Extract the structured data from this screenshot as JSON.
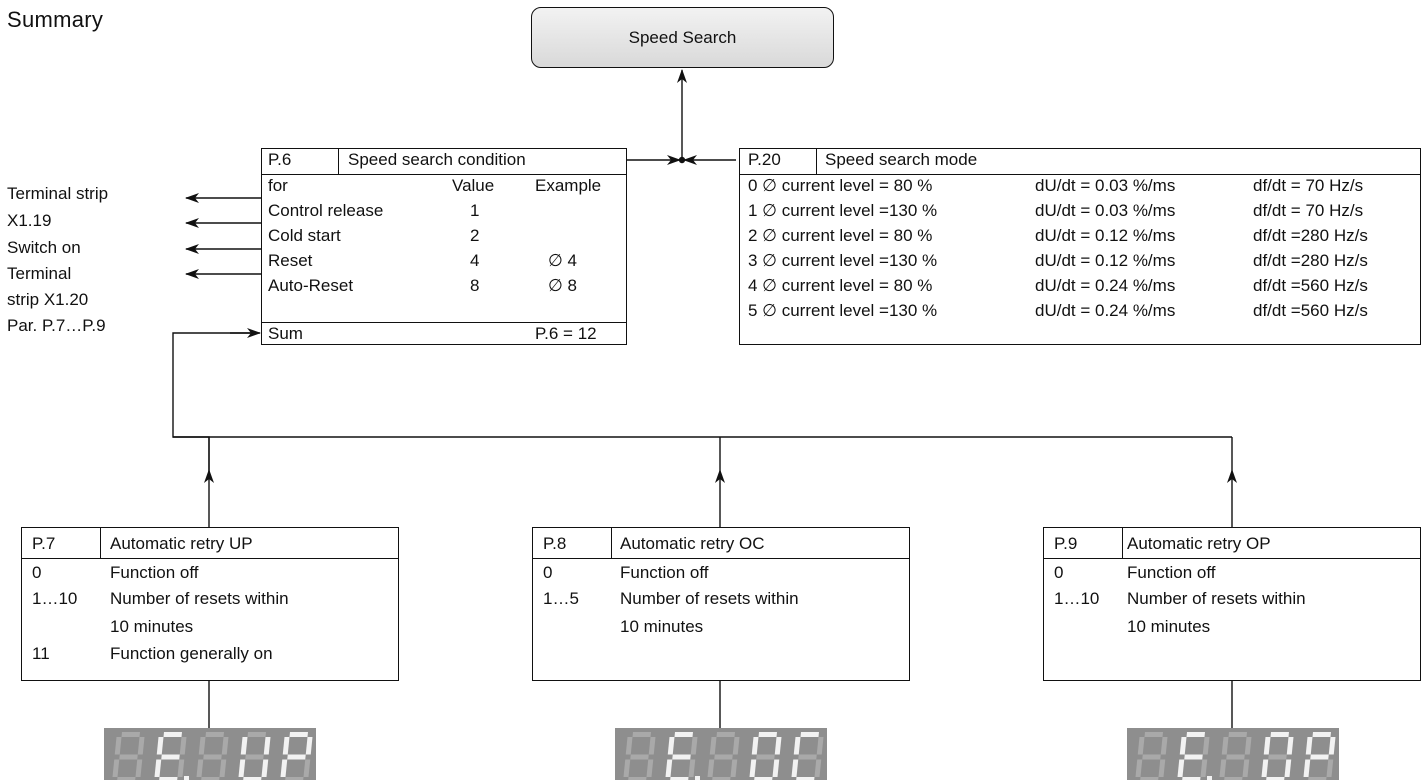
{
  "title": "Summary",
  "top_box": "Speed Search",
  "left_labels": [
    "Terminal strip",
    "X1.19",
    "Switch on",
    "Terminal",
    "strip X1.20",
    "Par. P.7…P.9"
  ],
  "p6": {
    "id": "P.6",
    "name": "Speed search condition",
    "header": {
      "for": "for",
      "value": "Value",
      "example": "Example"
    },
    "rows": [
      {
        "label": "Control release",
        "value": "1",
        "example": ""
      },
      {
        "label": "Cold start",
        "value": "2",
        "example": ""
      },
      {
        "label": "Reset",
        "value": "4",
        "example": "∅ 4"
      },
      {
        "label": "Auto-Reset",
        "value": "8",
        "example": "∅ 8"
      }
    ],
    "sum_label": "Sum",
    "sum_value": "P.6 = 12"
  },
  "p20": {
    "id": "P.20",
    "name": "Speed search mode",
    "rows": [
      {
        "mode": "0 ∅ current level = 80 %",
        "du": "dU/dt = 0.03 %/ms",
        "df": "df/dt =  70 Hz/s"
      },
      {
        "mode": "1 ∅ current level =130 %",
        "du": "dU/dt = 0.03 %/ms",
        "df": "df/dt =  70 Hz/s"
      },
      {
        "mode": "2 ∅ current level = 80 %",
        "du": "dU/dt = 0.12 %/ms",
        "df": "df/dt =280 Hz/s"
      },
      {
        "mode": "3 ∅ current level =130 %",
        "du": "dU/dt = 0.12 %/ms",
        "df": "df/dt =280 Hz/s"
      },
      {
        "mode": "4 ∅ current level = 80 %",
        "du": "dU/dt = 0.24 %/ms",
        "df": "df/dt =560 Hz/s"
      },
      {
        "mode": "5 ∅ current level =130 %",
        "du": "dU/dt = 0.24 %/ms",
        "df": "df/dt =560 Hz/s"
      }
    ]
  },
  "p7": {
    "id": "P.7",
    "name": "Automatic retry UP",
    "rows": [
      {
        "k": "0",
        "v": "Function off"
      },
      {
        "k": "1…10",
        "v": "Number of resets within"
      },
      {
        "k": "",
        "v": "10 minutes"
      },
      {
        "k": "11",
        "v": "Function generally on"
      }
    ],
    "display": "E.UP"
  },
  "p8": {
    "id": "P.8",
    "name": "Automatic retry OC",
    "rows": [
      {
        "k": "0",
        "v": "Function off"
      },
      {
        "k": "1…5",
        "v": "Number of resets within"
      },
      {
        "k": "",
        "v": "10 minutes"
      }
    ],
    "display": "E.OC"
  },
  "p9": {
    "id": "P.9",
    "name": "Automatic retry OP",
    "rows": [
      {
        "k": "0",
        "v": "Function off"
      },
      {
        "k": "1…10",
        "v": "Number of resets within"
      },
      {
        "k": "",
        "v": "10 minutes"
      }
    ],
    "display": "E.OP"
  }
}
